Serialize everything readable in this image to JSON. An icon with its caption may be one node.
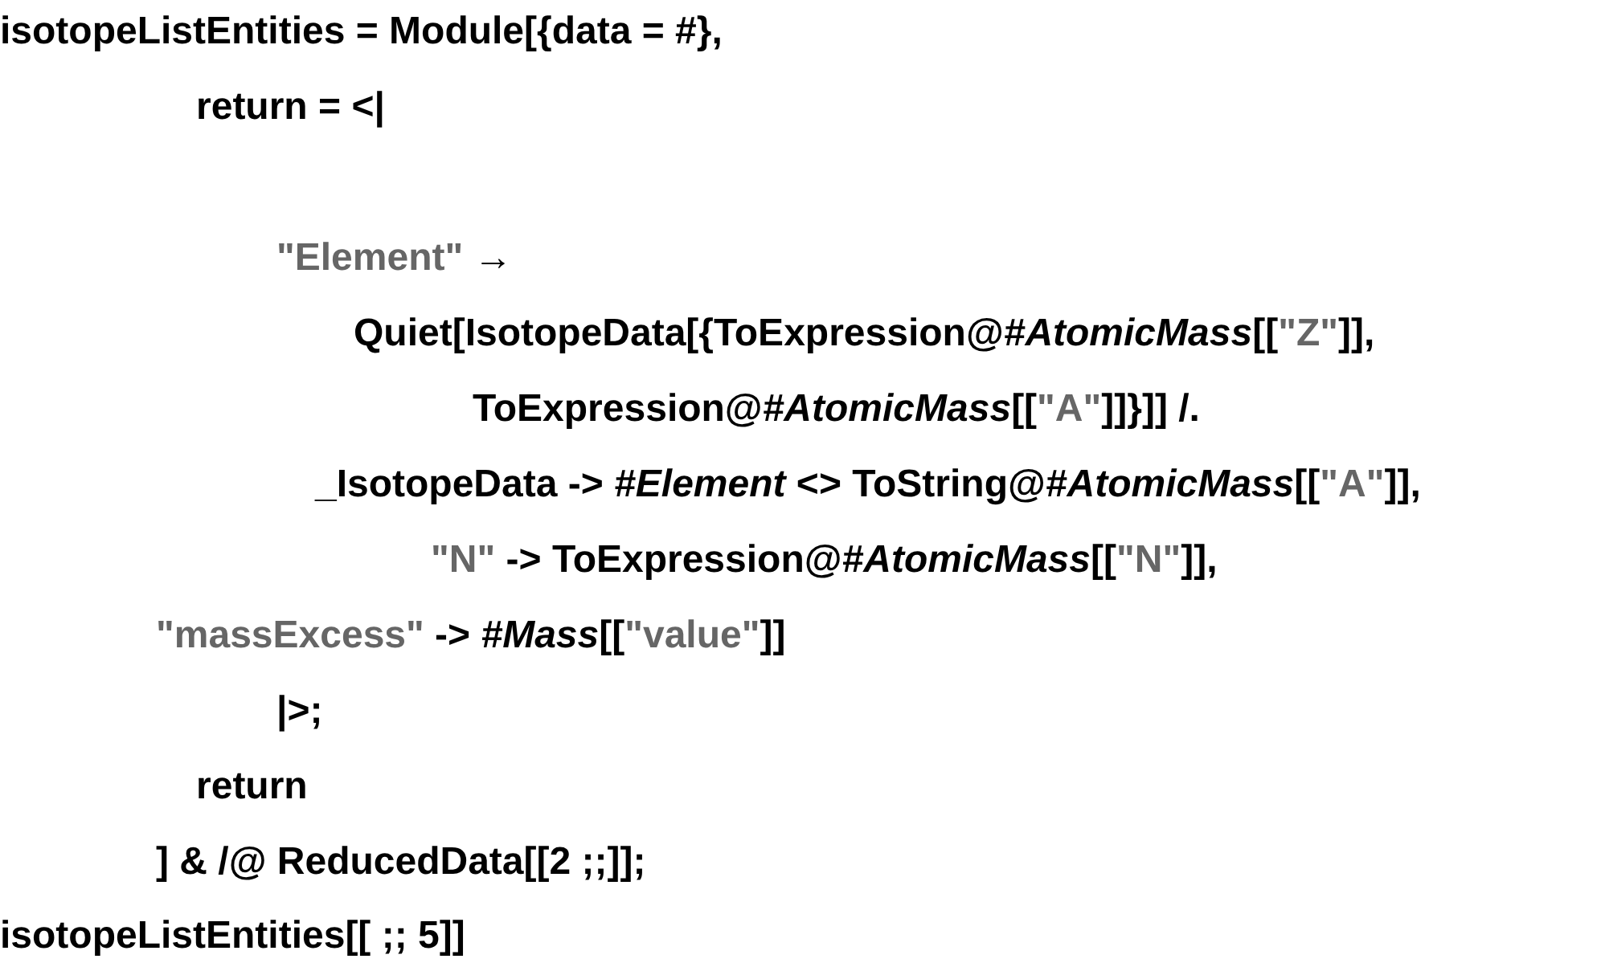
{
  "diagram": {
    "labels": [
      "isotopeListEntities = Module[{data = #},",
      "return = <|",
      "\"Element\" →",
      "Quiet[IsotopeData[{ToExpression@*#AtomicMass*[[\"Z\"]],",
      "ToExpression@*#AtomicMass*[[\"A\"]]}]] /.",
      "_IsotopeData -> *#Element* <> ToString@*#AtomicMass*[[\"A\"]],",
      "\"N\" -> ToExpression@*#AtomicMass*[[\"N\"]],",
      "\"massExcess\" -> *#Mass*[[\"value\"]]",
      "|>;",
      "return",
      "] & /@ ReducedData[[2 ;;]];",
      "isotopeListEntities[[ ;; 5]]"
    ]
  }
}
